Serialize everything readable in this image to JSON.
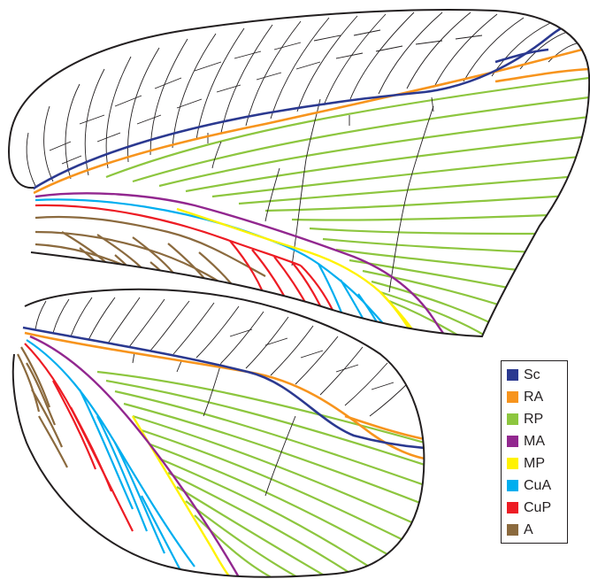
{
  "legend": [
    {
      "label": "Sc",
      "color": "#2b3990"
    },
    {
      "label": "RA",
      "color": "#f7941d"
    },
    {
      "label": "RP",
      "color": "#8dc63f"
    },
    {
      "label": "MA",
      "color": "#92278f"
    },
    {
      "label": "MP",
      "color": "#fff200"
    },
    {
      "label": "CuA",
      "color": "#00aeef"
    },
    {
      "label": "CuP",
      "color": "#ed1c24"
    },
    {
      "label": "A",
      "color": "#8b6a3e"
    }
  ],
  "colors": {
    "outline": "#231f20",
    "crossvein": "#231f20"
  }
}
